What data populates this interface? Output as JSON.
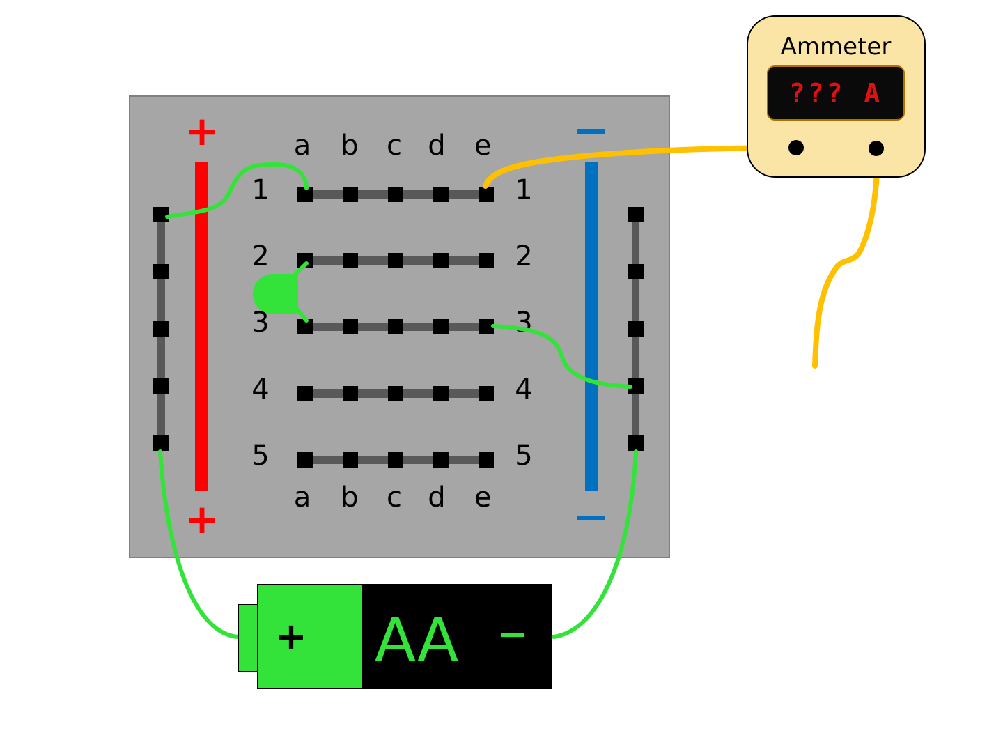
{
  "breadboard": {
    "columns": [
      "a",
      "b",
      "c",
      "d",
      "e"
    ],
    "rows": [
      "1",
      "2",
      "3",
      "4",
      "5"
    ],
    "positive_rail": {
      "sign": "+",
      "color": "#ff0000"
    },
    "negative_rail": {
      "sign": "−",
      "color": "#0070c0"
    }
  },
  "ammeter": {
    "title": "Ammeter",
    "reading": "??? A"
  },
  "battery": {
    "label": "AA",
    "positive_sign": "+",
    "negative_sign": "−"
  },
  "colors": {
    "board": "#a6a6a6",
    "wire_green": "#33e33a",
    "wire_orange": "#ffc000",
    "meter_body": "#fbe5a6",
    "meter_display": "#0a0a0a",
    "led": "#33e33a"
  }
}
